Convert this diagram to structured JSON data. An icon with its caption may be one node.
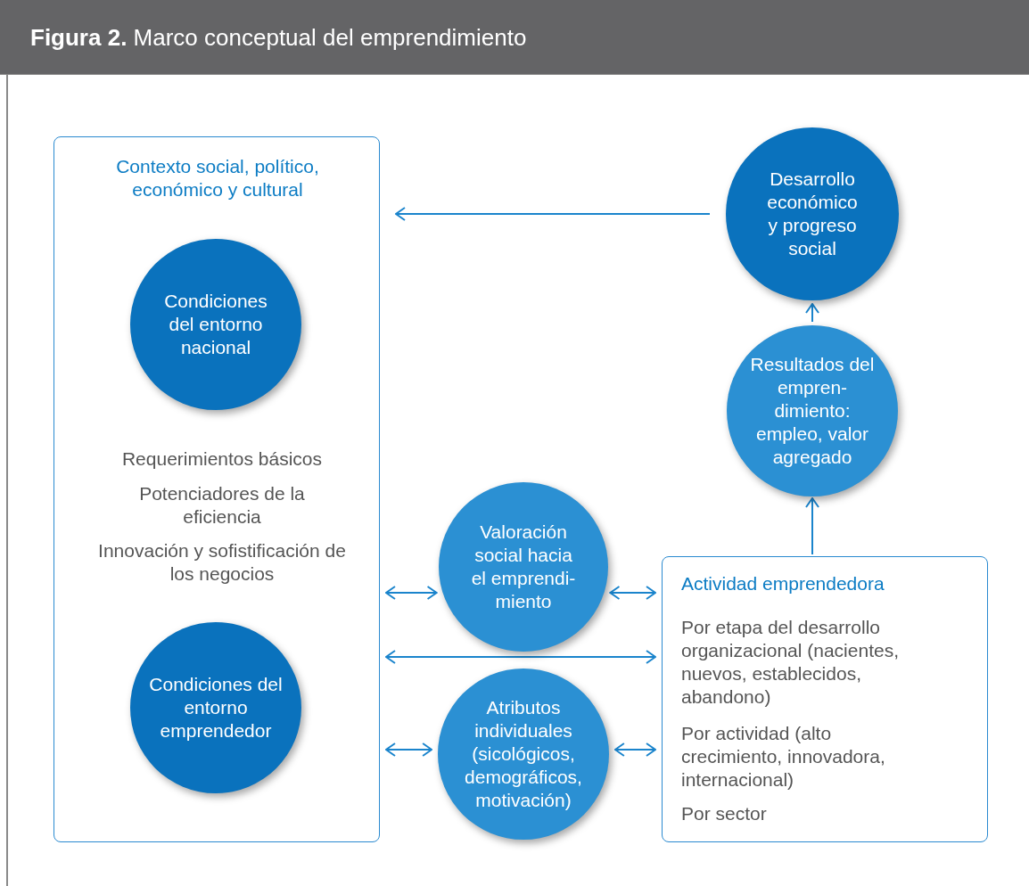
{
  "diagram": {
    "title": "**Figura 2.** Marco conceptual del emprendimiento",
    "nodes": [
      {
        "text": [
          "Contexto social, político, económico y cultural",
          "Requerimientos básicos",
          "Potenciadores de la eficiencia",
          "Innovación y sofistificación de los negocios"
        ]
      },
      {
        "text": [
          "Condiciones del entorno nacional"
        ],
        "in": 0
      },
      {
        "text": [
          "Condiciones del entorno emprendedor"
        ],
        "in": 0
      },
      {
        "text": [
          "Desarrollo económico y progreso social"
        ]
      },
      {
        "text": [
          "Resultados del empren- dimiento: empleo, valor agregado"
        ]
      },
      {
        "text": [
          "Valoración social hacia el emprendi- miento"
        ]
      },
      {
        "text": [
          "Atributos individuales (sicológicos, demográficos, motivación)"
        ]
      },
      {
        "text": [
          "Actividad emprendedora",
          "Por etapa del desarrollo organizacional (nacientes, nuevos, establecidos, abandono)",
          "Por actividad (alto crecimiento, innovadora, internacional)",
          "Por sector"
        ]
      }
    ],
    "edges": [
      {
        "from": 3,
        "to": 0,
        "arrow": "to"
      },
      {
        "from": 4,
        "to": 3,
        "arrow": "to"
      },
      {
        "from": 7,
        "to": 4,
        "arrow": "to"
      },
      {
        "from": 0,
        "to": 5,
        "arrow": "both"
      },
      {
        "from": 5,
        "to": 7,
        "arrow": "both"
      },
      {
        "from": 0,
        "to": 7,
        "arrow": "both"
      },
      {
        "from": 0,
        "to": 6,
        "arrow": "both"
      },
      {
        "from": 6,
        "to": 7,
        "arrow": "both"
      }
    ]
  }
}
